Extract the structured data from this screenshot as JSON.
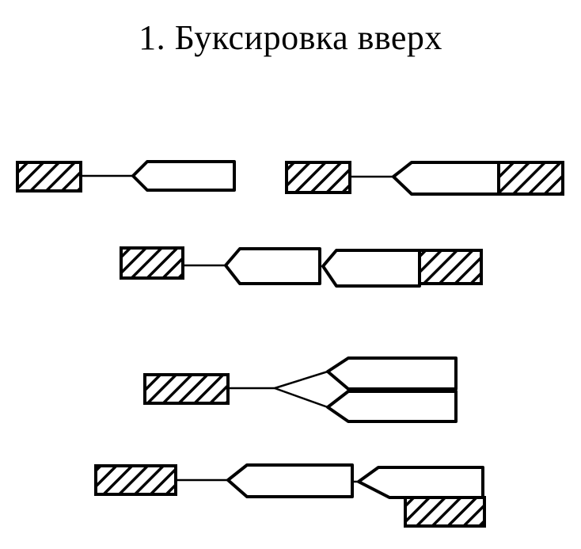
{
  "title": "1. Буксировка вверх",
  "colors": {
    "stroke": "#000000",
    "background": "#ffffff",
    "hatch": "#000000"
  },
  "legend_semantics": {
    "hatched_rectangle": "tug",
    "pointed_outline": "barge"
  },
  "schemes": [
    {
      "id": "scheme-1",
      "description": "Tug tows single barge on cable",
      "barges": 1,
      "pushing_tug": false
    },
    {
      "id": "scheme-2",
      "description": "Tug tows barge with pushing tug at stern",
      "barges": 1,
      "pushing_tug": true
    },
    {
      "id": "scheme-3",
      "description": "Tug tows two barges in line with pushing tug at stern",
      "barges": 2,
      "pushing_tug": true
    },
    {
      "id": "scheme-4",
      "description": "Tug tows two barges side by side on bridle",
      "barges": 2,
      "pushing_tug": false
    },
    {
      "id": "scheme-5",
      "description": "Tug tows two barges in line, second tug alongside stern barge",
      "barges": 2,
      "pushing_tug": true
    }
  ]
}
